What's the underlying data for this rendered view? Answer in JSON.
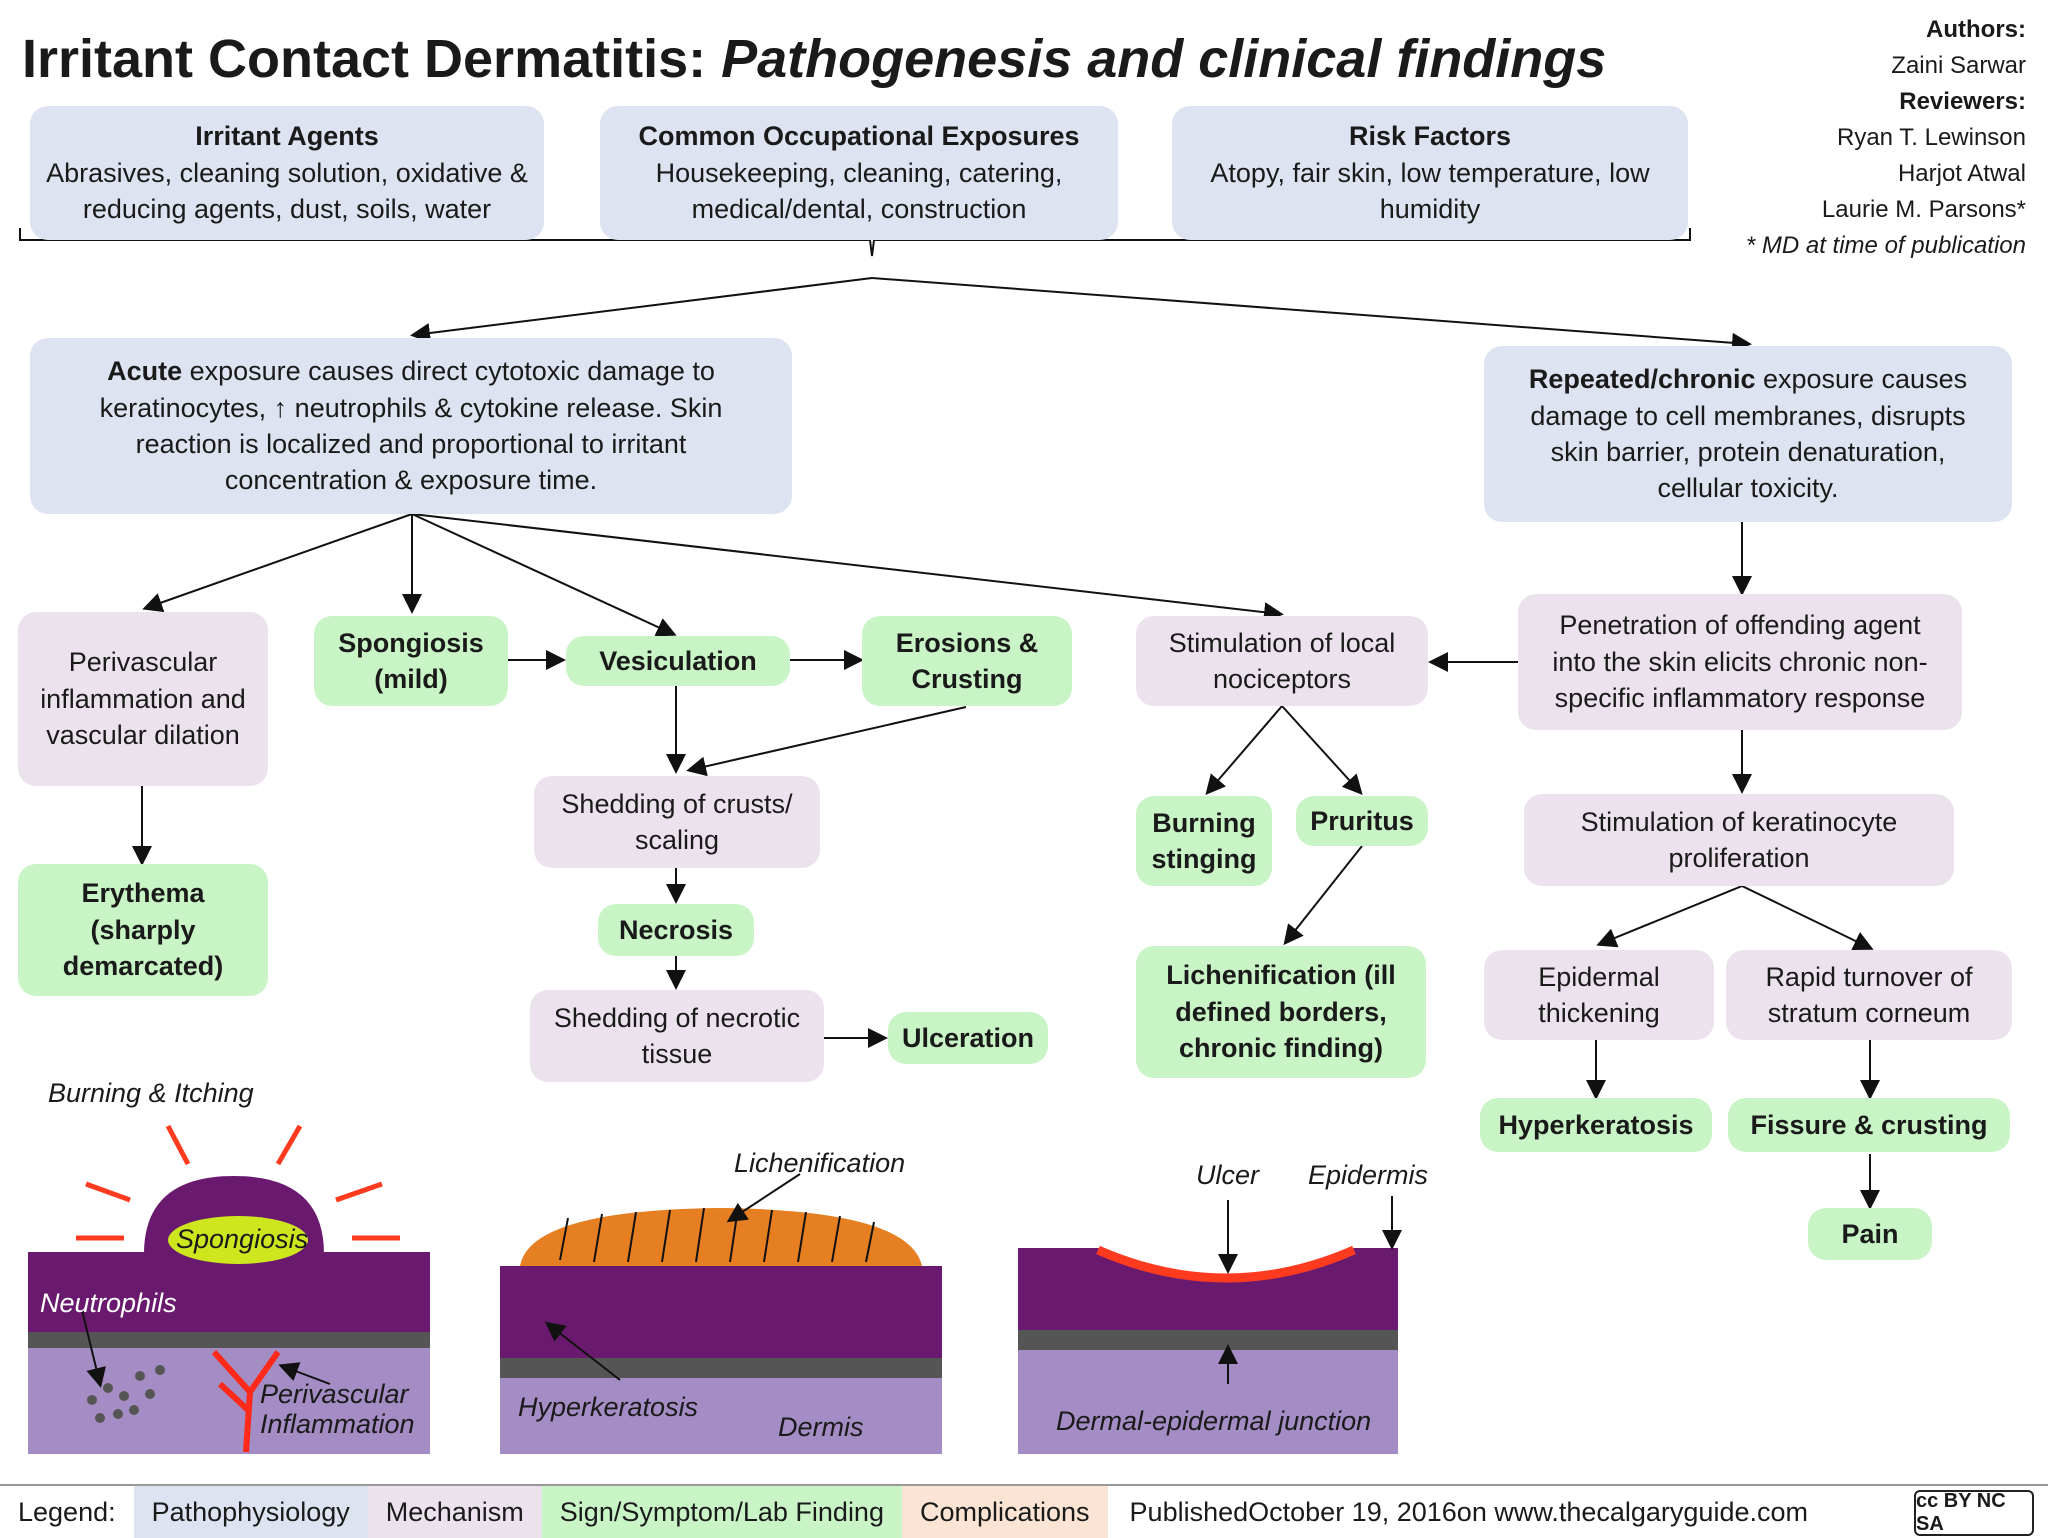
{
  "title": {
    "main": "Irritant Contact Dermatitis:",
    "sub": "Pathogenesis and clinical findings"
  },
  "authors": {
    "authors_label": "Authors:",
    "author1": "Zaini Sarwar",
    "reviewers_label": "Reviewers:",
    "reviewer1": "Ryan T. Lewinson",
    "reviewer2": "Harjot Atwal",
    "reviewer3": "Laurie M. Parsons*",
    "note": "* MD at time of publication"
  },
  "top": {
    "irritant_title": "Irritant Agents",
    "irritant_text": "Abrasives, cleaning solution, oxidative & reducing agents, dust, soils, water",
    "occupational_title": "Common Occupational Exposures",
    "occupational_text": "Housekeeping, cleaning, catering, medical/dental, construction",
    "risk_title": "Risk Factors",
    "risk_text": "Atopy, fair skin, low temperature, low humidity"
  },
  "acute": {
    "bold": "Acute",
    "text": " exposure causes direct cytotoxic damage to keratinocytes, ↑ neutrophils & cytokine release. Skin reaction is localized and proportional to irritant concentration & exposure time."
  },
  "chronic": {
    "bold": "Repeated/chronic",
    "text": " exposure causes damage to cell membranes, disrupts skin barrier, protein denaturation, cellular toxicity."
  },
  "nodes": {
    "perivascular": "Perivascular inflammation and vascular dilation",
    "erythema": "Erythema (sharply demarcated)",
    "spongiosis": "Spongiosis (mild)",
    "vesiculation": "Vesiculation",
    "erosions": "Erosions & Crusting",
    "shedding_crusts": "Shedding of crusts/ scaling",
    "necrosis": "Necrosis",
    "shedding_necrotic": "Shedding of necrotic tissue",
    "ulceration": "Ulceration",
    "nociceptors": "Stimulation of local nociceptors",
    "burning": "Burning stinging",
    "pruritus": "Pruritus",
    "lichenification": "Lichenification (ill defined borders, chronic finding)",
    "penetration": "Penetration of offending agent into the skin elicits chronic non-specific inflammatory response",
    "keratinocyte": "Stimulation of keratinocyte proliferation",
    "epidermal": "Epidermal thickening",
    "rapid": "Rapid turnover of stratum corneum",
    "hyperkeratosis": "Hyperkeratosis",
    "fissure": "Fissure & crusting",
    "pain": "Pain"
  },
  "illustrations": {
    "burning_itching": "Burning & Itching",
    "spongiosis": "Spongiosis",
    "neutrophils": "Neutrophils",
    "perivascular_inflammation": "Perivascular Inflammation",
    "lichenification": "Lichenification",
    "hyperkeratosis": "Hyperkeratosis",
    "dermis": "Dermis",
    "ulcer": "Ulcer",
    "epidermis": "Epidermis",
    "dej": "Dermal-epidermal junction"
  },
  "legend": {
    "label": "Legend:",
    "pathophysiology": "Pathophysiology",
    "mechanism": "Mechanism",
    "sign": "Sign/Symptom/Lab Finding",
    "complications": "Complications",
    "published_prefix": "Published ",
    "published_date": "October 19, 2016",
    "published_suffix": " on www.thecalgaryguide.com",
    "license": "cc BY NC SA"
  },
  "colors": {
    "pathophysiology": "#dde3f0",
    "mechanism": "#ece2ee",
    "sign": "#c9f5c6",
    "complications": "#fbe4d4",
    "epidermis": "#6a1a6e",
    "dermis": "#a48cc4",
    "crust": "#e67e22",
    "ulcer": "#ff3b1f"
  }
}
